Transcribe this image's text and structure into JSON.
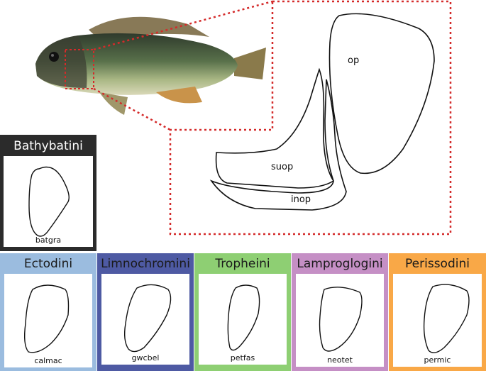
{
  "zoom_labels": {
    "op": "op",
    "suop": "suop",
    "inop": "inop"
  },
  "featured": {
    "title": "Bathybatini",
    "code": "batgra",
    "color": "#2b2b2b"
  },
  "tribes": [
    {
      "title": "Ectodini",
      "code": "calmac",
      "color": "#9bbcdf"
    },
    {
      "title": "Limnochromini",
      "code": "gwcbel",
      "color": "#4e5aa3"
    },
    {
      "title": "Tropheini",
      "code": "petfas",
      "color": "#8ecf73"
    },
    {
      "title": "Lamproglogini",
      "code": "neotet",
      "color": "#c58fc5"
    },
    {
      "title": "Perissodini",
      "code": "permic",
      "color": "#f9a847"
    }
  ],
  "colors": {
    "zoom_outline": "#d42a2a"
  }
}
